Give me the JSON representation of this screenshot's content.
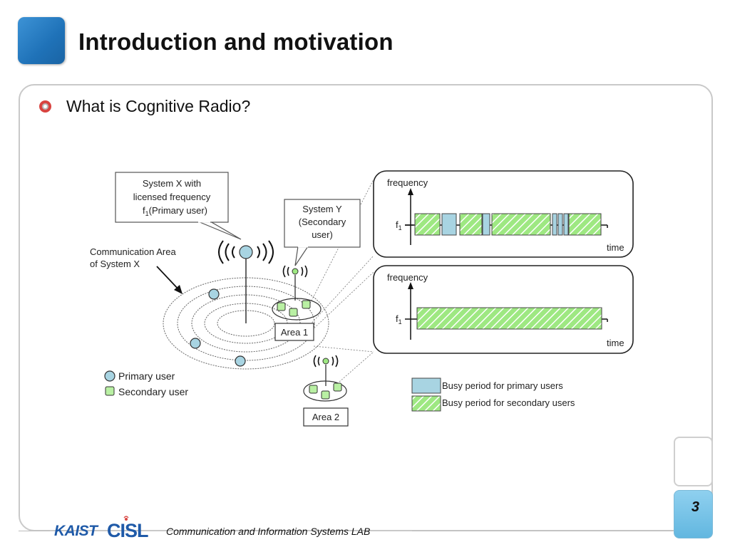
{
  "slide": {
    "title": "Introduction and motivation",
    "bullet": "What is Cognitive Radio?",
    "page_number": "3"
  },
  "footer": {
    "logo_kaist": "KAIST",
    "logo_cisl": "CISL",
    "lab_name": "Communication and Information Systems LAB"
  },
  "diagram": {
    "callout_x": [
      "System X with",
      "licensed frequency",
      "f",
      "1",
      "(Primary user)"
    ],
    "callout_y": [
      "System Y",
      "(Secondary",
      "user)"
    ],
    "comm_area": [
      "Communication Area",
      "of System X"
    ],
    "area1": "Area 1",
    "area2": "Area 2",
    "legend_primary": "Primary user",
    "legend_secondary": "Secondary user",
    "panel1_ylabel": "frequency",
    "panel1_xlabel": "time",
    "panel2_ylabel": "frequency",
    "panel2_xlabel": "time",
    "f1_main": "f",
    "f1_sub": "1",
    "legend_busy_primary": "Busy period for primary users",
    "legend_busy_secondary": "Busy period for secondary users"
  },
  "colors": {
    "title_square": "#2a83c9",
    "bullet": "#d8433f",
    "primary_fill": "#a8d4e2",
    "secondary_fill": "#9ee882",
    "logo": "#1f5aa8",
    "page_box": "#6fbfe6"
  }
}
